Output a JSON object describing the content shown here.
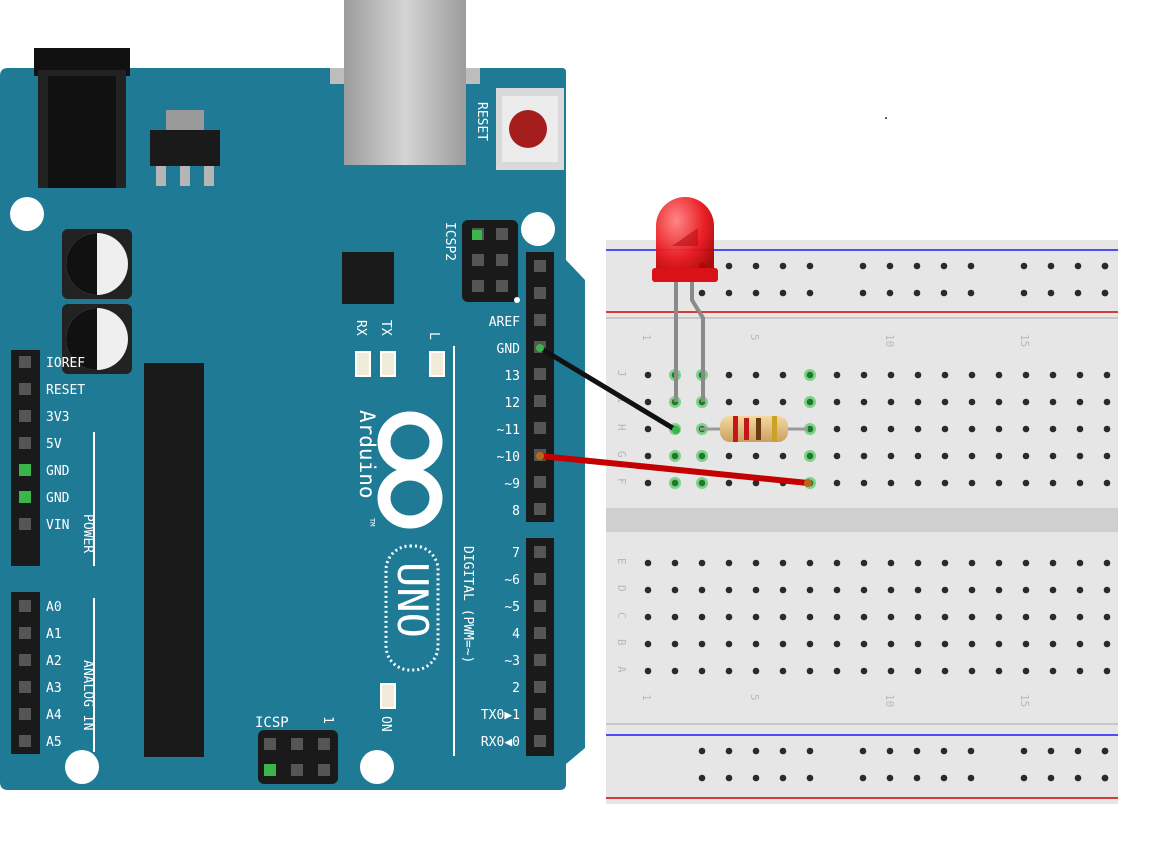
{
  "arduino": {
    "board_name": "UNO",
    "brand": "Arduino",
    "trademark": "TM",
    "reset_label": "RESET",
    "icsp2_label": "ICSP2",
    "icsp_label": "ICSP",
    "icsp_pin1": "1",
    "rx_label": "RX",
    "tx_label": "TX",
    "l_label": "L",
    "on_label": "ON",
    "power_label": "POWER",
    "analog_label": "ANALOG IN",
    "digital_label": "DIGITAL (PWM=~)",
    "left_pins": [
      "IOREF",
      "RESET",
      "3V3",
      "5V",
      "GND",
      "GND",
      "VIN"
    ],
    "analog_pins": [
      "A0",
      "A1",
      "A2",
      "A3",
      "A4",
      "A5"
    ],
    "top_header_pins": [
      "AREF",
      "GND",
      "13",
      "12",
      "~11",
      "~10",
      "~9",
      "8"
    ],
    "bottom_header_pins": [
      "7",
      "~6",
      "~5",
      "4",
      "~3",
      "2",
      "TX0▶1",
      "RX0◀0"
    ]
  },
  "breadboard": {
    "row_letters_top": [
      "J",
      "I",
      "H",
      "G",
      "F"
    ],
    "row_letters_bottom": [
      "E",
      "D",
      "C",
      "B",
      "A"
    ],
    "column_numbers": [
      "1",
      "5",
      "10",
      "15"
    ]
  },
  "colors": {
    "board": "#1f7a96",
    "board_dark": "#15586d",
    "breadboard": "#e6e6e6",
    "rail_red": "#d40000",
    "rail_blue": "#1a1aff",
    "led": "#e8151b",
    "wire_gnd": "#111111",
    "wire_signal": "#c40000",
    "hole_active": "#39b54a"
  }
}
